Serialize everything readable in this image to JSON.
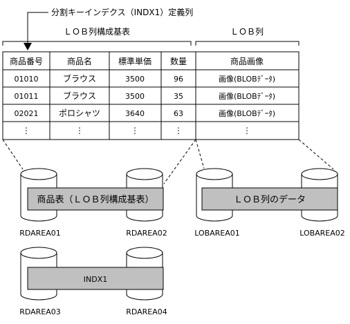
{
  "index_column_label": "分割キーインデクス（INDX1）定義列",
  "base_table_label": "ＬＯＢ列構成基表",
  "lob_column_label": "ＬＯＢ列",
  "table": {
    "headers": [
      "商品番号",
      "商品名",
      "標準単価",
      "数量",
      "商品画像"
    ],
    "rows": [
      [
        "01010",
        "ブラウス",
        "3500",
        "96",
        "画像(BLOBﾃﾞｰﾀ)"
      ],
      [
        "01011",
        "ブラウス",
        "3500",
        "35",
        "画像(BLOBﾃﾞｰﾀ)"
      ],
      [
        "02021",
        "ポロシャツ",
        "3640",
        "63",
        "画像(BLOBﾃﾞｰﾀ)"
      ],
      [
        "⋮",
        "⋮",
        "⋮",
        "⋮",
        "⋮"
      ]
    ]
  },
  "storage": {
    "base_table_box": "商品表（ＬＯＢ列構成基表）",
    "lob_data_box": "ＬＯＢ列のデータ",
    "index_box": "INDX1"
  },
  "rdareas": [
    "RDAREA01",
    "RDAREA02",
    "LOBAREA01",
    "LOBAREA02",
    "RDAREA03",
    "RDAREA04"
  ],
  "colors": {
    "line": "#000000",
    "box_fill": "#c0c0c0",
    "background": "#ffffff"
  }
}
